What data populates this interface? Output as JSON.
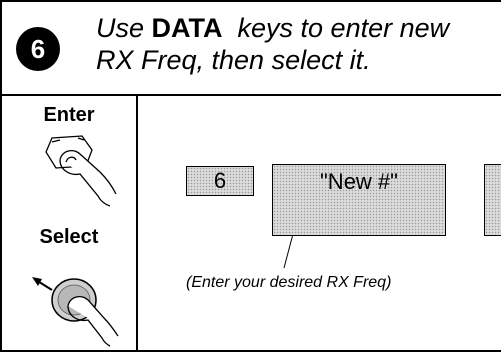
{
  "header": {
    "step_number": "6",
    "line1_pre": "Use ",
    "line1_key": "DATA",
    "line1_post": "  keys to enter new",
    "line2": "RX Freq, then select it."
  },
  "keys": {
    "enter_label": "Enter",
    "select_label": "Select"
  },
  "display": {
    "box1": "6",
    "box2": "\"New #\"",
    "caption": "(Enter your desired RX Freq)"
  }
}
